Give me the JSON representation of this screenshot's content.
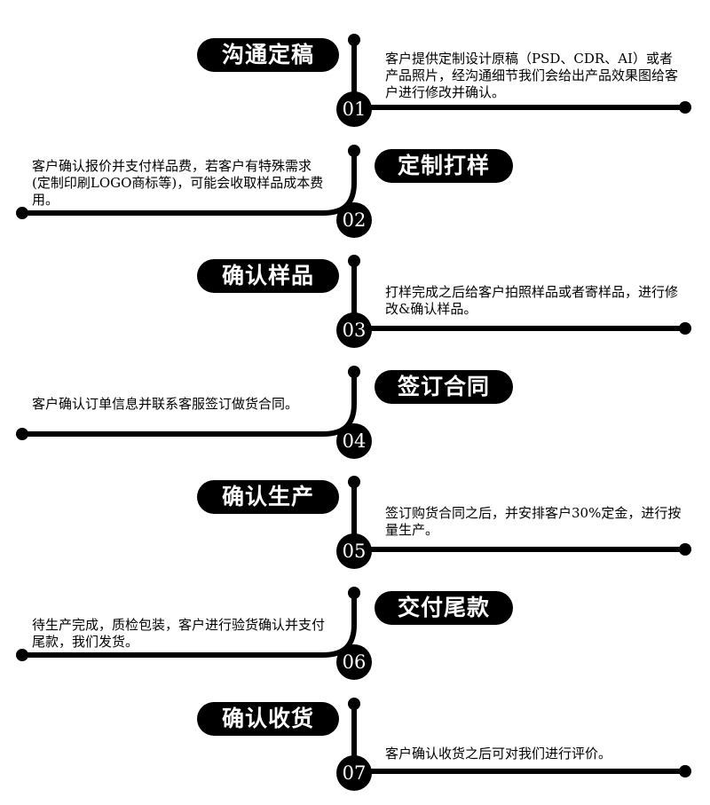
{
  "steps": [
    {
      "num": "01",
      "title": "沟通定稿",
      "text": "客户提供定制设计原稿（PSD、CDR、AI）或者产品照片，经沟通细节我们会给出产品效果图给客户进行修改并确认。"
    },
    {
      "num": "02",
      "title": "定制打样",
      "text": "客户确认报价并支付样品费，若客户有特殊需求(定制印刷LOGO商标等)，可能会收取样品成本费用。"
    },
    {
      "num": "03",
      "title": "确认样品",
      "text": "打样完成之后给客户拍照样品或者寄样品，进行修改&确认样品。"
    },
    {
      "num": "04",
      "title": "签订合同",
      "text": "客户确认订单信息并联系客服签订做货合同。"
    },
    {
      "num": "05",
      "title": "确认生产",
      "text": "签订购货合同之后，并安排客户30%定金，进行按量生产。"
    },
    {
      "num": "06",
      "title": "交付尾款",
      "text": "待生产完成，质检包装，客户进行验货确认并支付尾款，我们发货。"
    },
    {
      "num": "07",
      "title": "确认收货",
      "text": "客户确认收货之后可对我们进行评价。"
    }
  ]
}
